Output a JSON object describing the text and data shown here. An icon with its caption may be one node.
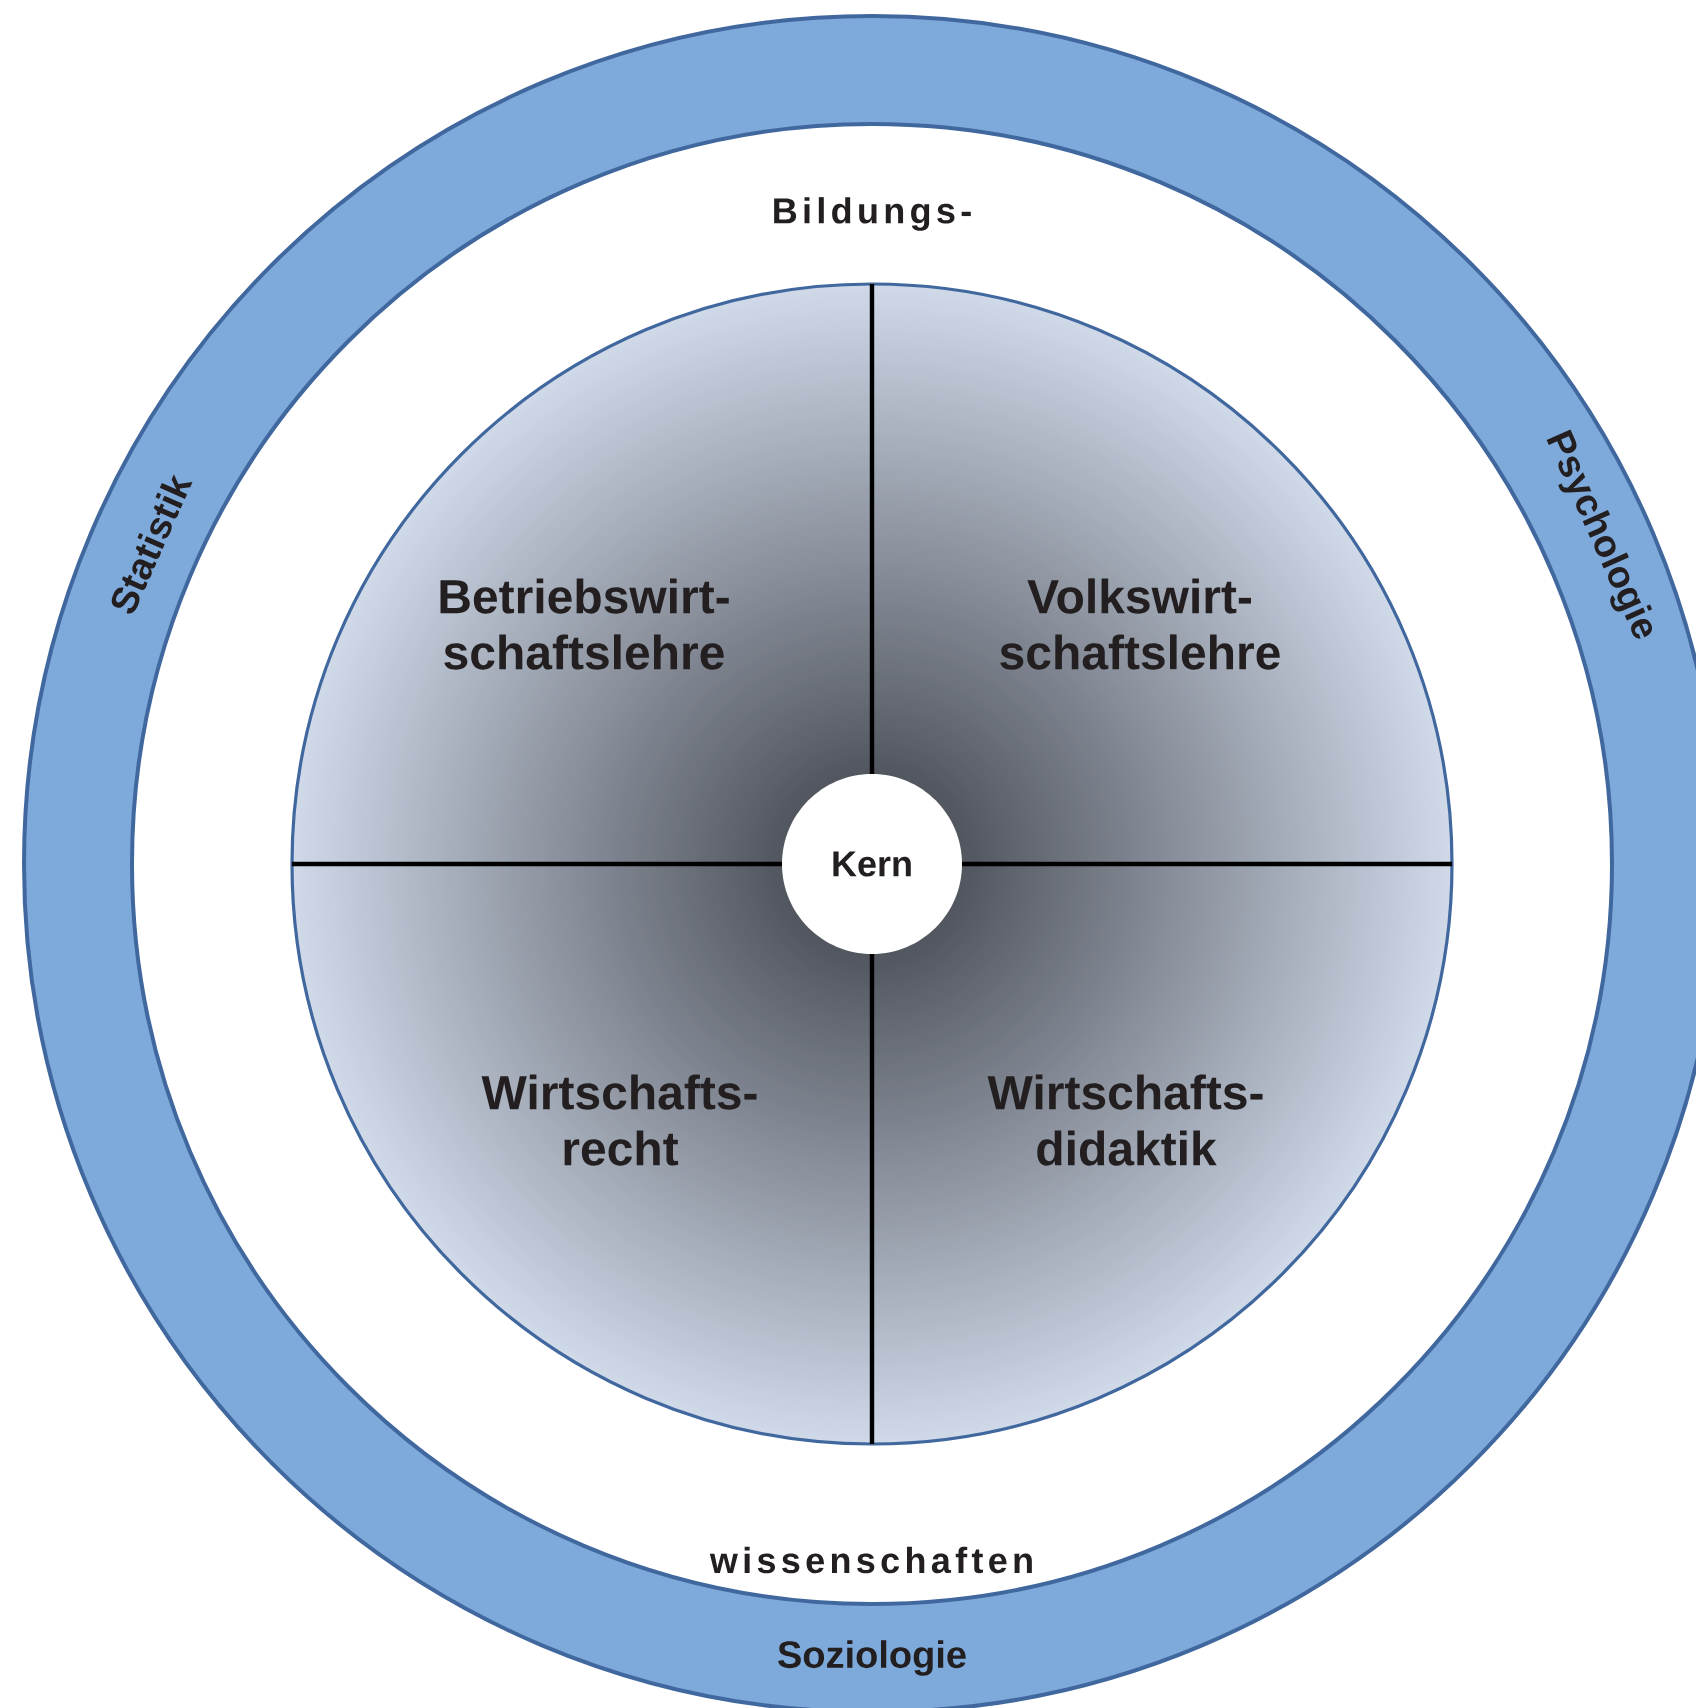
{
  "diagram": {
    "nodes": [
      {
        "text": [
          "Statistik",
          "Psychologie",
          "Soziologie"
        ]
      },
      {
        "text": [
          "Betriebswirt- schaftslehre"
        ],
        "in": 0
      },
      {
        "text": [
          "Volkswirt- schaftslehre"
        ],
        "in": 0
      },
      {
        "text": [
          "Wirtschafts- recht"
        ],
        "in": 0
      },
      {
        "text": [
          "Wirtschafts- didaktik"
        ],
        "in": 0
      },
      {
        "text": [
          "Kern"
        ],
        "in": 0
      }
    ],
    "labels": [
      "Bildungs-",
      "wissenschaften"
    ]
  }
}
